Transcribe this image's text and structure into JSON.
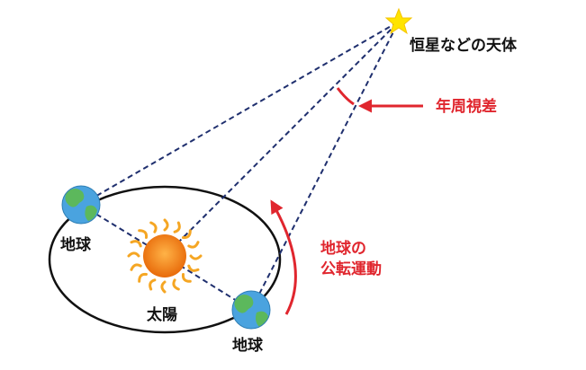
{
  "star_label": "恒星などの天体",
  "parallax_label": "年周視差",
  "earth_labels": [
    "地球",
    "地球"
  ],
  "sun_label": "太陽",
  "orbit_motion_label": [
    "地球の",
    "公転運動"
  ],
  "colors": {
    "sight_line": "#1f2f6e",
    "accent_red": "#e0262e",
    "orbit": "#111111",
    "star": "#ffe400",
    "sun_core": "#f07f0c",
    "sun_rays": "#f5a623",
    "earth_ocean": "#4aa3df",
    "earth_land": "#5cb85c"
  },
  "icons": [
    "star-icon",
    "sun-icon",
    "earth-icon",
    "earth-icon"
  ]
}
